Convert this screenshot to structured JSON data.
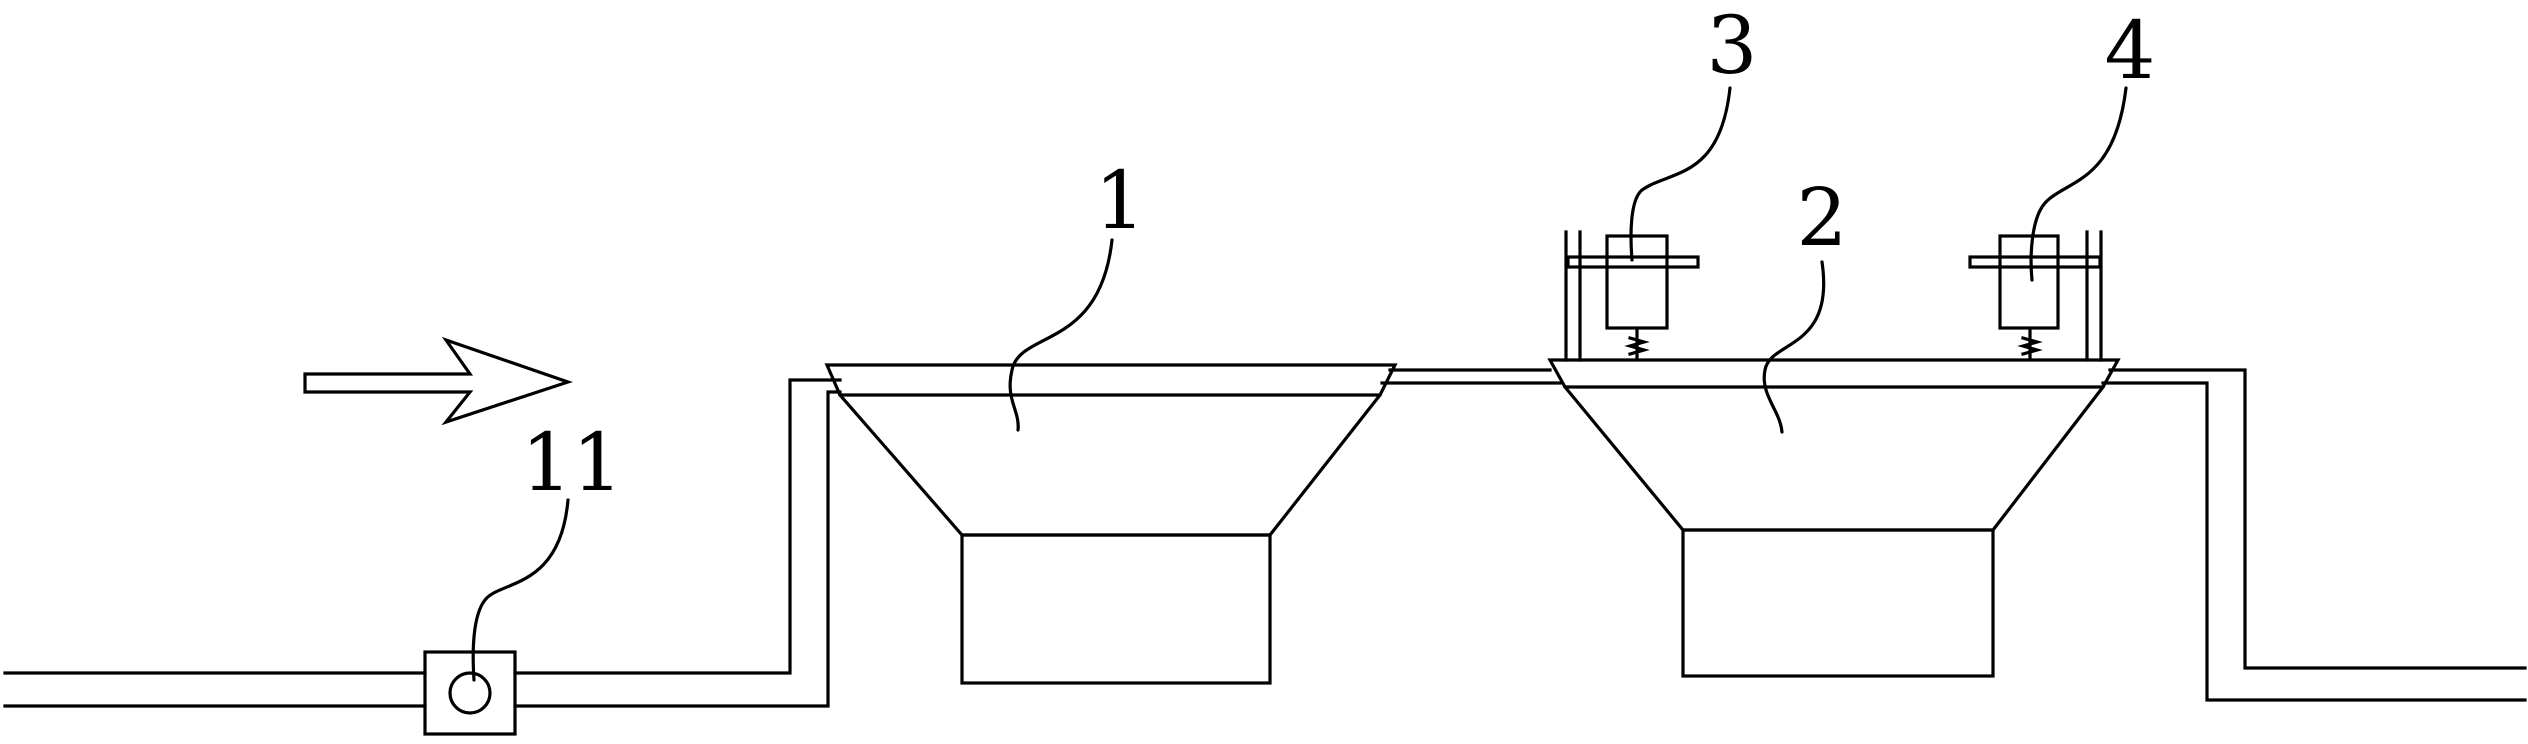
{
  "labels": {
    "tank_1": "1",
    "tank_2": "2",
    "sensor_3": "3",
    "sensor_4": "4",
    "valve_11": "11"
  },
  "colors": {
    "line": "#000000",
    "background": "#ffffff"
  },
  "icons": {
    "flow_direction": "arrow-right-icon"
  }
}
